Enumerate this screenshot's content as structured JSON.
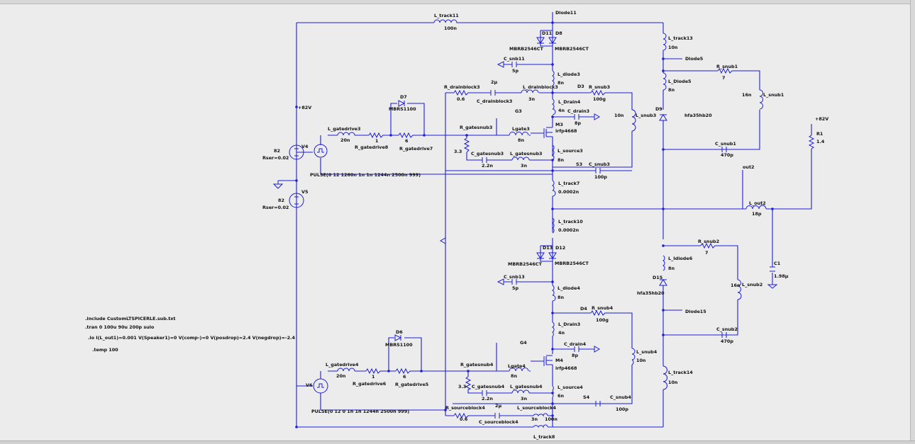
{
  "components": {
    "L_track11": [
      "L_track11",
      "100n"
    ],
    "Diode11": "Diode11",
    "D11": "D11",
    "D8": "D8",
    "MBRB2546CT_a": "MBRB2546CT",
    "MBRB2546CT_b": "MBRB2546CT",
    "L_track13": [
      "L_track13",
      "10n"
    ],
    "Diode5": "Diode5",
    "C_snb11": [
      "C_snb11",
      "5p"
    ],
    "L_diode3": [
      "L_diode3",
      "8n"
    ],
    "R_snub1": [
      "R_snub1",
      "7"
    ],
    "L_Diode5": [
      "L_Diode5",
      "8n"
    ],
    "R_drainblock3": [
      "R_drainblock3",
      "0.6"
    ],
    "C_drainblock3": [
      "2µ",
      "C_drainblock3"
    ],
    "L_drainblock3": [
      "L_drainblock3",
      "3n"
    ],
    "D3": "D3",
    "R_snub3": [
      "R_snub3",
      "100g"
    ],
    "L_snub1": [
      "16n",
      "L_snub1"
    ],
    "D7": "D7",
    "MBRS1100_a": "MBRS1100",
    "V_82_top": "+82V",
    "L_Drain4": [
      "L_Drain4",
      "4n"
    ],
    "G3": "G3",
    "C_drain3": [
      "C_drain3",
      "8p"
    ],
    "L_snub3": [
      "10n",
      "L_snub3"
    ],
    "D9": "D9",
    "hfa_a": "hfa35hb20",
    "R1": [
      "+82V",
      "R1",
      "1.4"
    ],
    "L_gatedrive3": [
      "L_gatedrive3",
      "20n"
    ],
    "R_gatedrive8": [
      "1",
      "R_gatedrive8"
    ],
    "R_gatedrive7": [
      "6",
      "R_gatedrive7"
    ],
    "R_gatesnub3": [
      "R_gatesnub3",
      "3.3"
    ],
    "Lgate3": [
      "Lgate3",
      "8n"
    ],
    "M3": [
      "M3",
      "irfp4668"
    ],
    "V4": [
      "82",
      "Rser=0.02",
      "V4"
    ],
    "C_gatesnub3": [
      "C_gatesnub3",
      "2.2n"
    ],
    "L_gatesnub3": [
      "L_gatesnub3",
      "3n"
    ],
    "L_source3": [
      "L_source3",
      "8n"
    ],
    "C_snub1": [
      "C_snub1",
      "470p"
    ],
    "S3": "S3",
    "C_snub3": [
      "C_snub3",
      "100p"
    ],
    "PULSE_a": "PULSE(0 12 1260n 1n 1n 1244n 2500n 999)",
    "out2": "out2",
    "L_track7": [
      "L_track7",
      "0.0002n"
    ],
    "V5": [
      "82",
      "Rser=0.02",
      "V5"
    ],
    "L_out2": [
      "L_out2",
      "18p"
    ],
    "L_track10": [
      "L_track10",
      "0.0002n"
    ],
    "R_snub2": [
      "R_snub2",
      "7"
    ],
    "D13": "D13",
    "D12": "D12",
    "MBRB2546CT_c": "MBRB2546CT",
    "MBRB2546CT_d": "MBRB2546CT",
    "L_Idiode6": [
      "L_Idiode6",
      "8n"
    ],
    "C1": [
      "C1",
      "1.98µ"
    ],
    "C_snb13": [
      "C_snb13",
      "5p"
    ],
    "D15": "D15",
    "L_diode4": [
      "L_diode4",
      "8n"
    ],
    "hfa_b": "hfa35hb20",
    "L_snub2": [
      "16n",
      "L_snub2"
    ],
    "D4": "D4",
    "R_snub4": [
      "R_snub4",
      "100g"
    ],
    "Diode15": "Diode15",
    "L_Drain3": [
      "L_Drain3",
      "4n"
    ],
    "C_snub2": [
      "C_snub2",
      "470p"
    ],
    "G4": "G4",
    "C_drain4": [
      "C_drain4",
      "8p"
    ],
    "L_snub4": [
      "L_snub4",
      "10n"
    ],
    "D6": "D6",
    "MBRS1100_b": "MBRS1100",
    "M4": [
      "M4",
      "irfp4668"
    ],
    "L_gatedrive4": [
      "L_gatedrive4",
      "20n"
    ],
    "R_gatesnub4": [
      "R_gatesnub4",
      "3.3"
    ],
    "Lgate4": [
      "Lgate4",
      "8n"
    ],
    "R_gatedrive6": [
      "1",
      "R_gatedrive6"
    ],
    "R_gatedrive5": [
      "6",
      "R_gatedrive5"
    ],
    "L_track14": [
      "L_track14",
      "10n"
    ],
    "V6": "V6",
    "C_gatesnub4": [
      "C_gatesnub4",
      "2.2n"
    ],
    "L_gatesnub4": [
      "L_gatesnub4",
      "3n"
    ],
    "L_source4": [
      "L_source4",
      "6n"
    ],
    "S4": "S4",
    "C_snub4": [
      "C_snub4",
      "100p"
    ],
    "R_sourceblock4": [
      "R_sourceblock4",
      "0.6"
    ],
    "C_sourceblock4": [
      "2µ",
      "C_sourceblock4"
    ],
    "L_sourceblock4": [
      "L_sourceblock4",
      "3n"
    ],
    "PULSE_b": "PULSE(0 12 0 1n 1n 1244n 2500n 999)",
    "L_track8": [
      "100n",
      "L_track8"
    ]
  },
  "directives": [
    ".include CustomLTSPICERLE.sub.txt",
    ".tran 0 100u 90u 200p sulo",
    ".lo I(L_out1)=0.001 V(Speaker1)=0 V(comp-)=0 V(posdrop)=2.4 V(negdrop)=-2.4",
    ".temp 100"
  ],
  "colors": {
    "wire": "#1d1ddb",
    "background": "#ececec",
    "text": "#111111"
  }
}
